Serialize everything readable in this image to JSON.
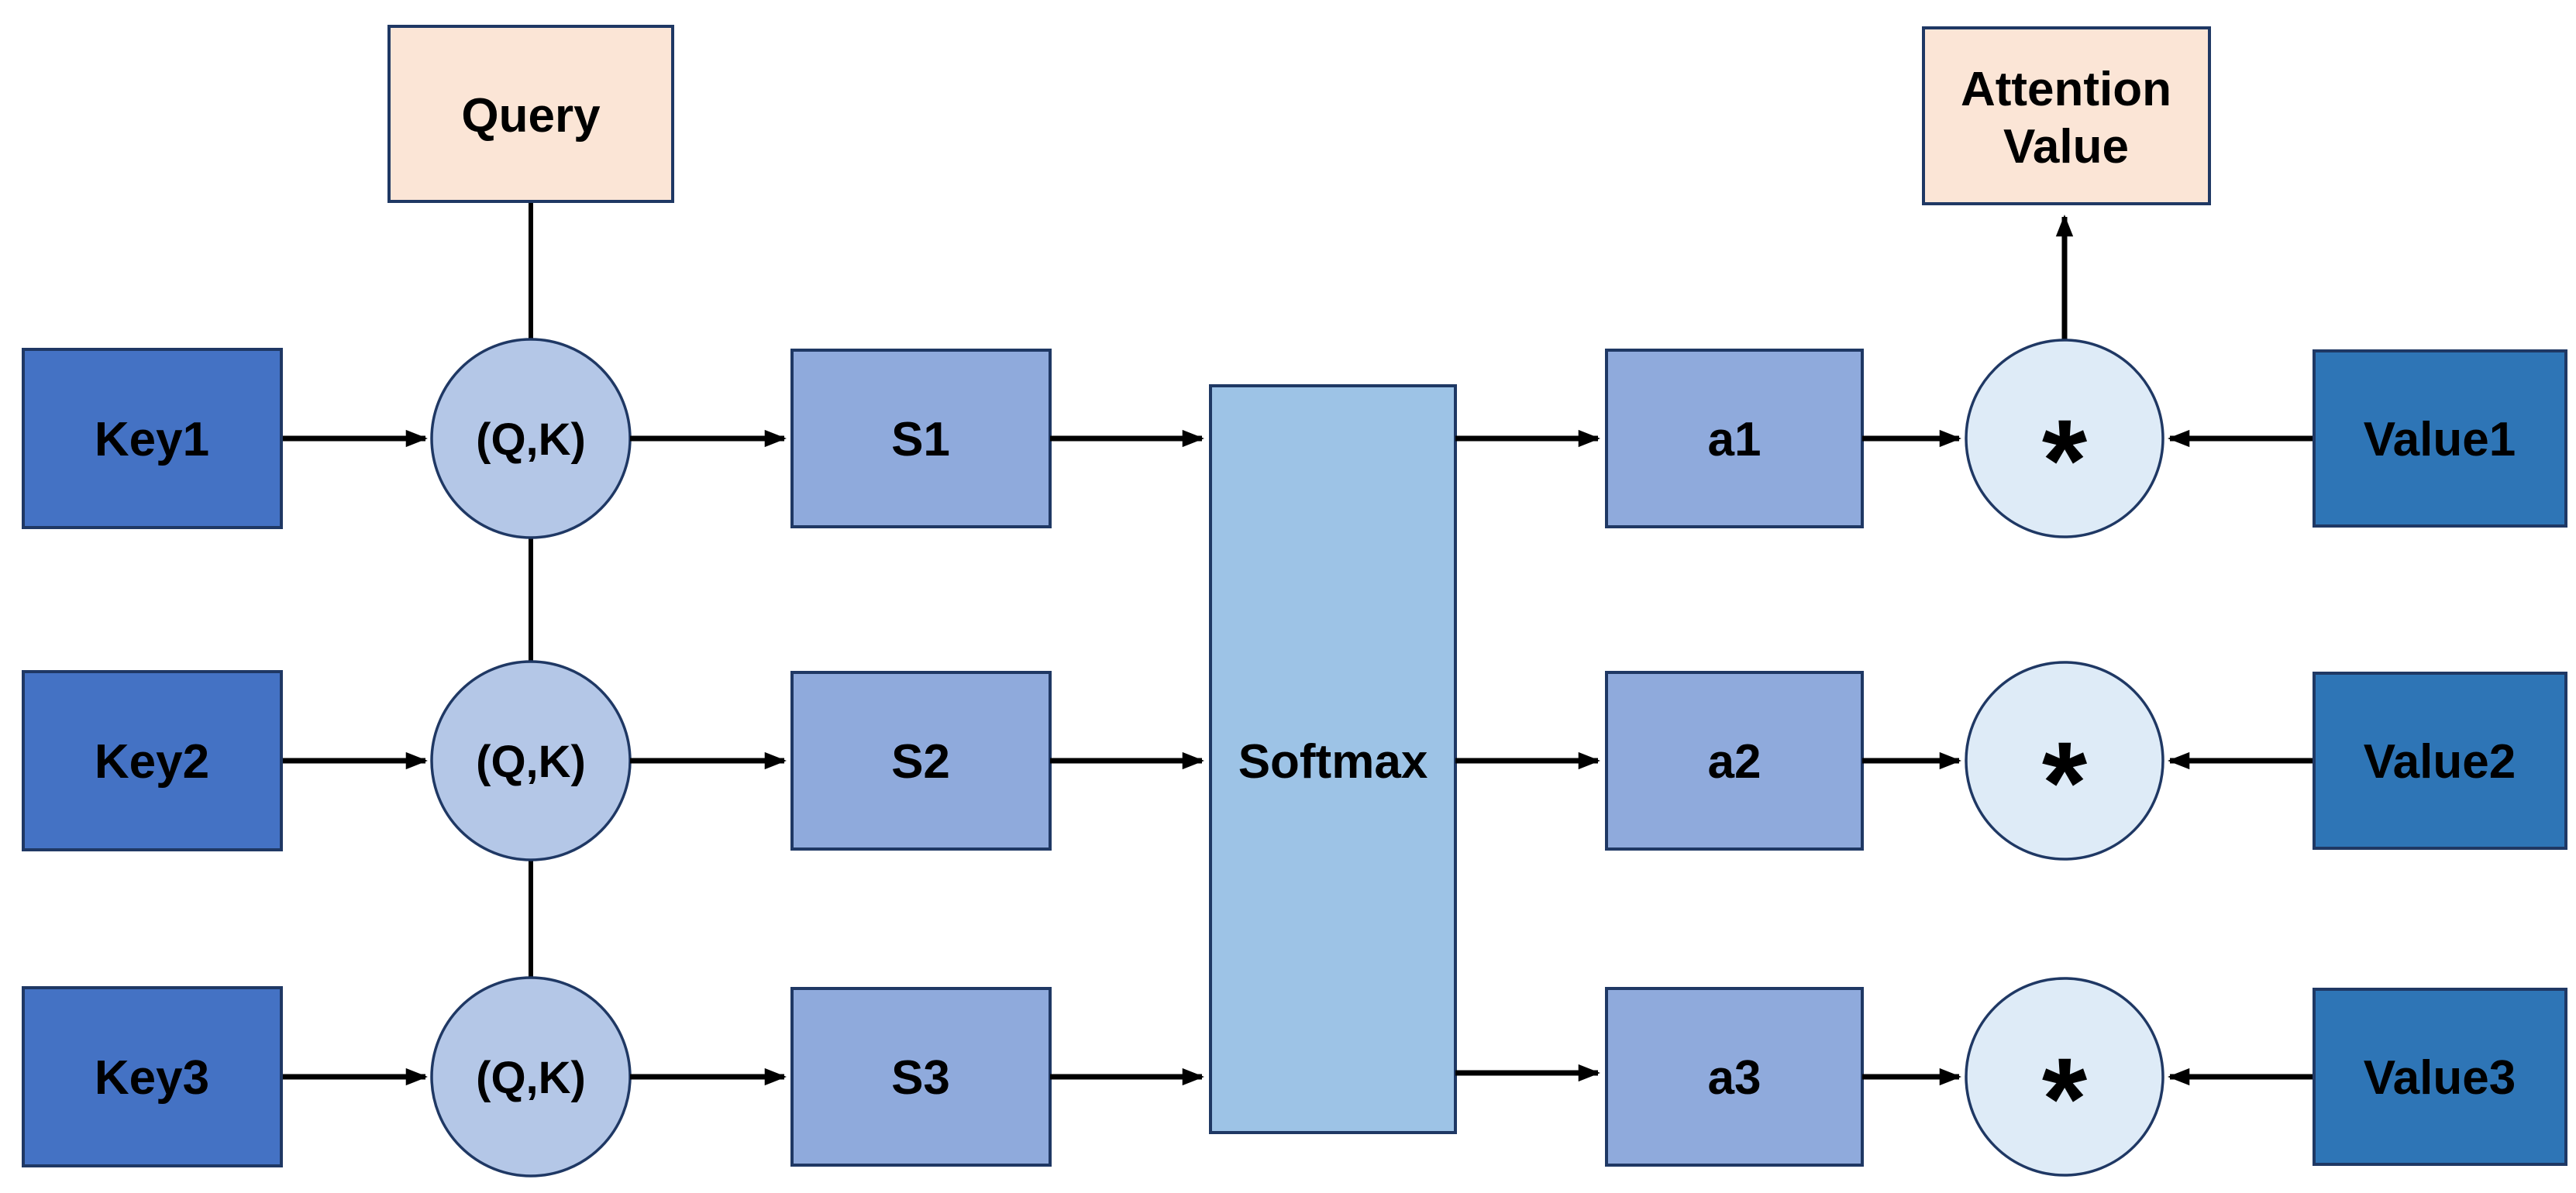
{
  "diagram": {
    "description": "Attention mechanism flow diagram",
    "colors": {
      "background": "#ffffff",
      "key_box": "#4472C4",
      "value_box": "#2E75B6",
      "score_box": "#8FAADC",
      "weight_box": "#8FAADC",
      "softmax_box": "#9DC3E6",
      "qk_circle": "#B4C7E7",
      "multiply_circle": "#DEEBF7",
      "endpoint_box": "#FBE5D6",
      "border": "#1F3864",
      "arrow": "#000000"
    },
    "query_label": "Query",
    "attention_label_line1": "Attention",
    "attention_label_line2": "Value",
    "softmax_label": "Softmax",
    "rows": [
      {
        "key_label": "Key1",
        "qk_label": "(Q,K)",
        "score_label": "S1",
        "weight_label": "a1",
        "multiply_label": "*",
        "value_label": "Value1"
      },
      {
        "key_label": "Key2",
        "qk_label": "(Q,K)",
        "score_label": "S2",
        "weight_label": "a2",
        "multiply_label": "*",
        "value_label": "Value2"
      },
      {
        "key_label": "Key3",
        "qk_label": "(Q,K)",
        "score_label": "S3",
        "weight_label": "a3",
        "multiply_label": "*",
        "value_label": "Value3"
      }
    ]
  }
}
